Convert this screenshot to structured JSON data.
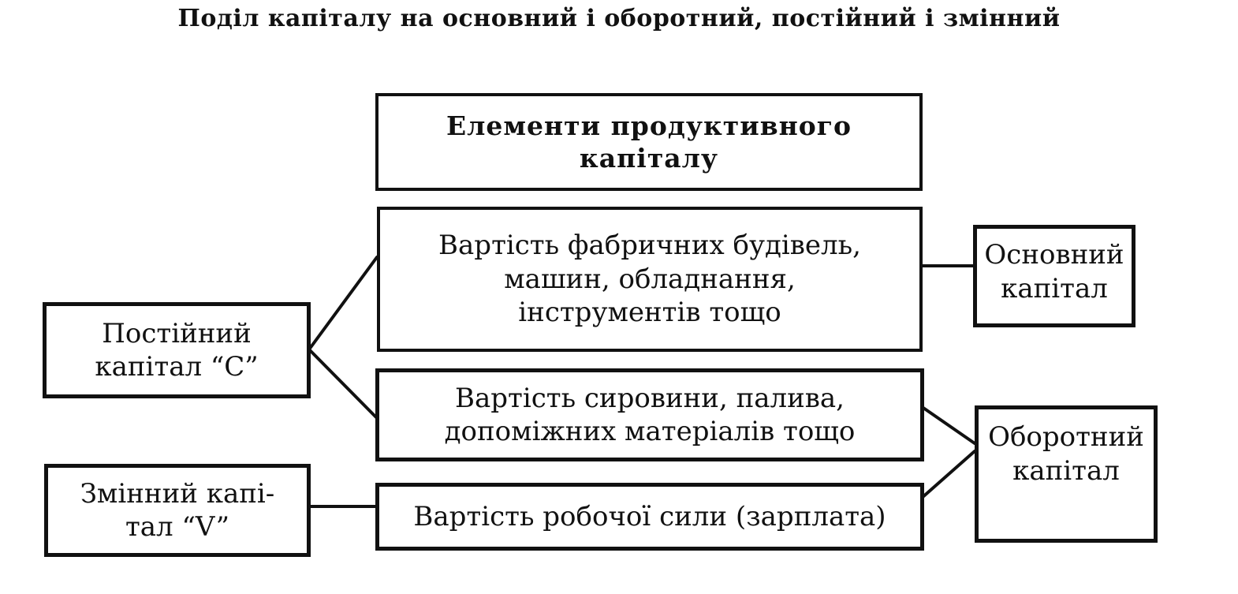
{
  "title": "Поділ капіталу на основний і оборотний, постійний і змінний",
  "nodes": {
    "header": {
      "lines": [
        "Елементи  продуктивного",
        "капіталу"
      ]
    },
    "fixed_assets_cost": {
      "lines": [
        "Вартість фабричних будівель,",
        "машин, обладнання,",
        "інструментів тощо"
      ]
    },
    "materials_cost": {
      "lines": [
        "Вартість сировини, палива,",
        "допоміжних матеріалів тощо"
      ]
    },
    "labor_cost": {
      "lines": [
        "Вартість робочої сили (зарплата)"
      ]
    },
    "constant_capital": {
      "lines": [
        "Постійний",
        "капітал  “C”"
      ]
    },
    "variable_capital": {
      "lines": [
        "Змінний капі-",
        "тал  “V”"
      ]
    },
    "fixed_capital": {
      "lines": [
        "Основний",
        "капітал"
      ]
    },
    "circulating_capital": {
      "lines": [
        "Оборотний",
        "капітал"
      ]
    }
  },
  "colors": {
    "ink": "#111111",
    "background": "#ffffff"
  }
}
